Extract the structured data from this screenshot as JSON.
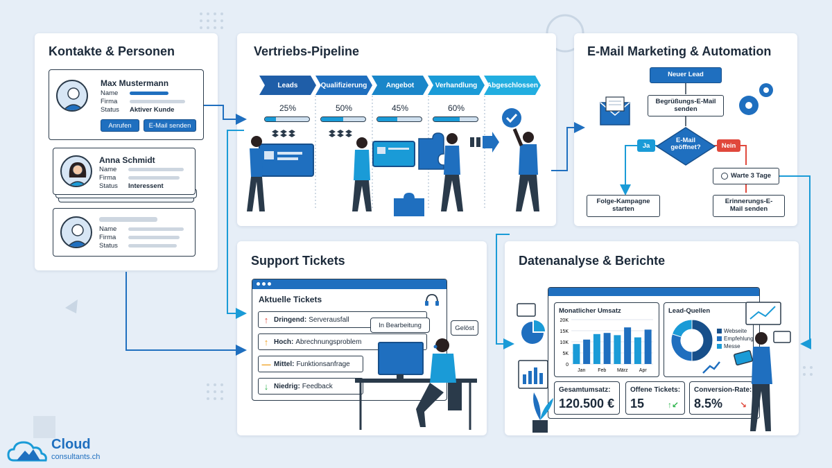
{
  "colors": {
    "primary": "#1f6fbf",
    "dark_blue": "#174f8a",
    "cyan": "#1a9bd7",
    "yes_tag": "#1a9bd7",
    "no_tag": "#e0483c",
    "bg": "#e6eef7",
    "up_green": "#2bb34a",
    "down_red": "#e0483c",
    "mid_orange": "#f0a020"
  },
  "contacts": {
    "title": "Kontakte & Personen",
    "labels": {
      "name": "Name",
      "firma": "Firma",
      "status": "Status"
    },
    "cards": [
      {
        "name": "Max Mustermann",
        "status": "Aktiver Kunde",
        "btn_call": "Anrufen",
        "btn_mail": "E-Mail senden"
      },
      {
        "name": "Anna Schmidt",
        "status": "Interessent"
      },
      {
        "name": "",
        "status": ""
      }
    ]
  },
  "pipeline": {
    "title": "Vertriebs-Pipeline",
    "stages": [
      {
        "label": "Leads",
        "pct": "25%",
        "progress": 0.25
      },
      {
        "label": "Qualifizierung",
        "pct": "50%",
        "progress": 0.5
      },
      {
        "label": "Angebot",
        "pct": "45%",
        "progress": 0.45
      },
      {
        "label": "Verhandlung",
        "pct": "60%",
        "progress": 0.6
      },
      {
        "label": "Abgeschlossen",
        "pct": "",
        "progress": 0
      }
    ]
  },
  "email": {
    "title": "E-Mail Marketing & Automation",
    "new_lead": "Neuer Lead",
    "welcome": "Begrüßungs-E-Mail senden",
    "decision": "E-Mail geöffnet?",
    "yes": "Ja",
    "no": "Nein",
    "wait": "Warte 3 Tage",
    "follow_up": "Folge-Kampagne starten",
    "reminder": "Erinnerungs-E-Mail senden"
  },
  "support": {
    "title": "Support Tickets",
    "list_title": "Aktuelle Tickets",
    "tickets": [
      {
        "prio": "Dringend:",
        "text": "Serverausfall",
        "icon": "arrow-up-red"
      },
      {
        "prio": "Hoch:",
        "text": "Abrechnungsproblem",
        "icon": "arrow-up-orange"
      },
      {
        "prio": "Mittel:",
        "text": "Funktionsanfrage",
        "icon": "dash-orange"
      },
      {
        "prio": "Niedrig:",
        "text": "Feedback",
        "icon": "arrow-down-green"
      }
    ],
    "bubble_in_progress": "In Bearbeitung",
    "bubble_solved": "Gelöst"
  },
  "analytics": {
    "title": "Datenanalyse & Berichte",
    "revenue_title": "Monatlicher Umsatz",
    "lead_sources_title": "Lead-Quellen",
    "lead_sources": [
      "Webseite",
      "Empfehlung",
      "Messe"
    ],
    "kpis": [
      {
        "label": "Gesamtumsatz:",
        "value": "120.500 €"
      },
      {
        "label": "Offene Tickets:",
        "value": "15"
      },
      {
        "label": "Conversion-Rate:",
        "value": "8.5%"
      }
    ]
  },
  "chart_data": {
    "type": "bar",
    "title": "Monatlicher Umsatz",
    "categories": [
      "Jan",
      "Feb",
      "März",
      "Apr"
    ],
    "y_ticks": [
      "20K",
      "15K",
      "10K",
      "5K",
      "0"
    ],
    "ylim": [
      0,
      20000
    ],
    "series": [
      {
        "values": [
          9000,
          11000,
          13500,
          14000,
          13000,
          16500,
          12000,
          15500
        ]
      }
    ]
  },
  "donut_data": {
    "type": "pie",
    "categories": [
      "Webseite",
      "Empfehlung",
      "Messe"
    ],
    "values": [
      50,
      30,
      20
    ]
  },
  "brand": {
    "name": "Cloud",
    "sub": "consultants.ch"
  }
}
